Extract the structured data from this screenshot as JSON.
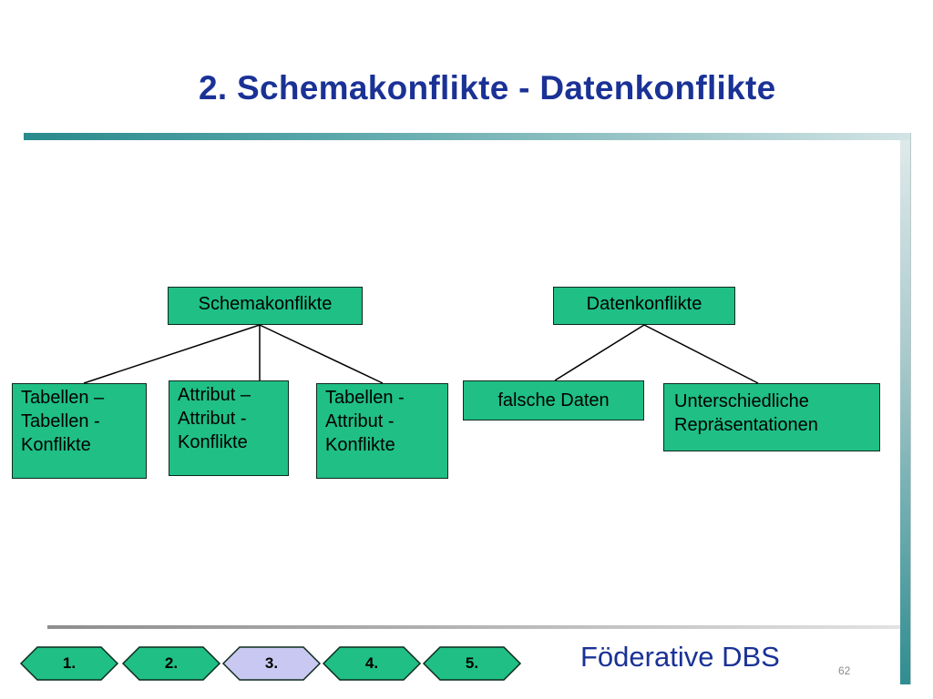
{
  "slide": {
    "title": "2. Schemakonflikte - Datenkonflikte",
    "footer_title": "Föderative DBS",
    "page_number": "62"
  },
  "diagram": {
    "root_left": "Schemakonflikte",
    "root_right": "Datenkonflikte",
    "left_children": [
      [
        "Tabellen –",
        "Tabellen -",
        "Konflikte"
      ],
      [
        "Attribut –",
        "Attribut -",
        "Konflikte"
      ],
      [
        "Tabellen -",
        "Attribut -",
        "Konflikte"
      ]
    ],
    "right_children": [
      [
        "falsche Daten"
      ],
      [
        "Unterschiedliche",
        "Repräsentationen"
      ]
    ]
  },
  "nav": {
    "items": [
      "1.",
      "2.",
      "3.",
      "4.",
      "5."
    ],
    "active_index": 2
  },
  "colors": {
    "title": "#1a3296",
    "node_fill": "#1fbf86",
    "nav_fill": "#1fbf86",
    "nav_active_fill": "#c8c8f2"
  }
}
